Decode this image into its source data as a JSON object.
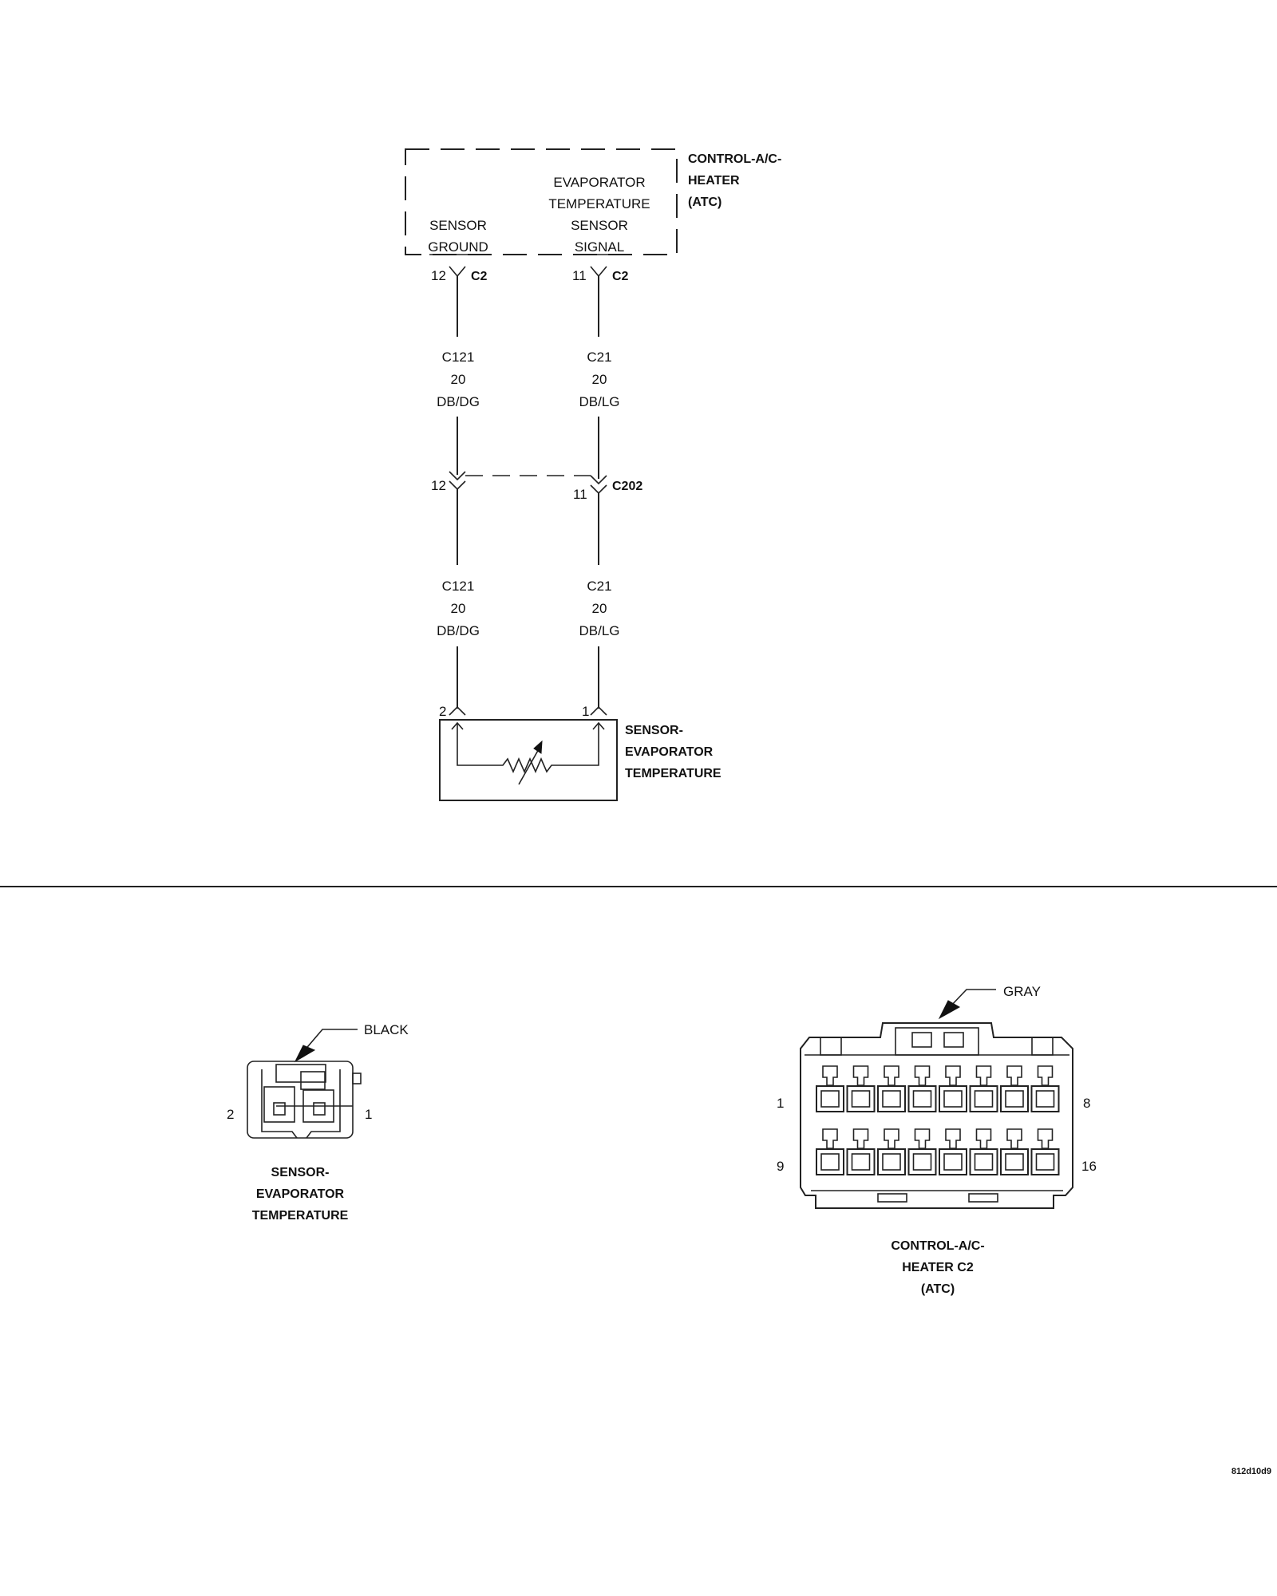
{
  "module": {
    "title_lines": [
      "CONTROL-A/C-",
      "HEATER",
      "(ATC)"
    ],
    "pin_ground_lines": [
      "SENSOR",
      "GROUND"
    ],
    "pin_signal_lines": [
      "EVAPORATOR",
      "TEMPERATURE",
      "SENSOR",
      "SIGNAL"
    ]
  },
  "upper_connector": {
    "left_pin": "12",
    "left_name": "C2",
    "right_pin": "11",
    "right_name": "C2"
  },
  "wires_upper": {
    "left": [
      "C121",
      "20",
      "DB/DG"
    ],
    "right": [
      "C21",
      "20",
      "DB/LG"
    ]
  },
  "inline_connector": {
    "left_pin": "12",
    "right_pin": "11",
    "name": "C202"
  },
  "wires_lower": {
    "left": [
      "C121",
      "20",
      "DB/DG"
    ],
    "right": [
      "C21",
      "20",
      "DB/LG"
    ]
  },
  "sensor": {
    "left_pin": "2",
    "right_pin": "1",
    "title_lines": [
      "SENSOR-",
      "EVAPORATOR",
      "TEMPERATURE"
    ]
  },
  "sensor_connector_view": {
    "color": "BLACK",
    "pin_left": "2",
    "pin_right": "1",
    "title_lines": [
      "SENSOR-",
      "EVAPORATOR",
      "TEMPERATURE"
    ]
  },
  "module_connector_view": {
    "color": "GRAY",
    "pin_top_left": "1",
    "pin_top_right": "8",
    "pin_bottom_left": "9",
    "pin_bottom_right": "16",
    "title_lines": [
      "CONTROL-A/C-",
      "HEATER C2",
      "(ATC)"
    ]
  },
  "figure_id": "812d10d9"
}
